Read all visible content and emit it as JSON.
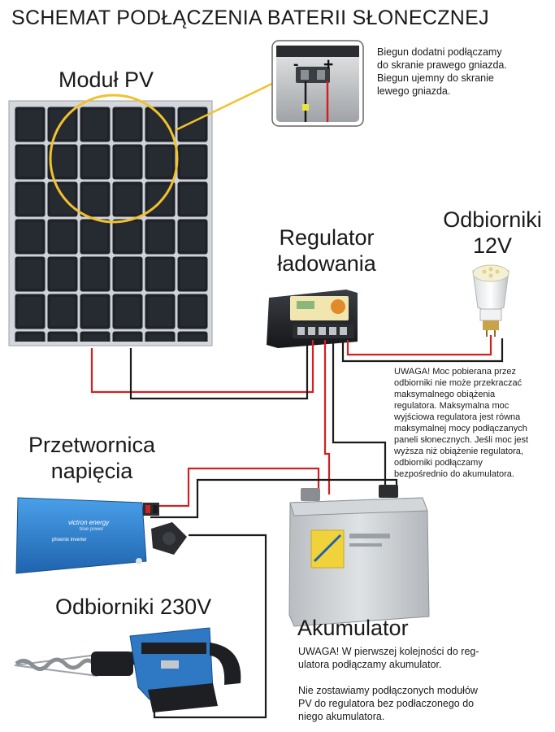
{
  "title": "SCHEMAT PODŁĄCZENIA BATERII SŁONECZNEJ",
  "pv_module": {
    "label": "Moduł PV"
  },
  "polarity": {
    "minus_sign": "-",
    "plus_sign": "+",
    "note_lines": [
      "Biegun dodatni podłączamy",
      "do skranie prawego gniazda.",
      "Biegun ujemny do skranie",
      "lewego gniazda."
    ]
  },
  "loads_12v": {
    "label_lines": [
      "Odbiorniki",
      "12V"
    ]
  },
  "regulator": {
    "label_lines": [
      "Regulator",
      "ładowania"
    ]
  },
  "warning_regulator": {
    "lines": [
      "UWAGA! Moc pobierana przez",
      "odbiorniki nie może przekraczać",
      "maksymalnego obiążenia",
      "regulatora. Maksymalna moc",
      "wyjściowa regulatora jest równa",
      "maksymalnej mocy podłączanych",
      "paneli słonecznych. Jeśli moc jest",
      "wyższa niż obiążenie regulatora,",
      "odbiorniki podłączamy",
      "bezpośrednio do akumulatora."
    ]
  },
  "inverter": {
    "label_lines": [
      "Przetwornica",
      "napięcia"
    ],
    "brand_text": "victron energy",
    "tagline": "blue power",
    "model_text": "phoenix inverter"
  },
  "loads_230v": {
    "label": "Odbiorniki 230V"
  },
  "battery": {
    "label": "Akumulator"
  },
  "warning_battery": {
    "para1_lines": [
      "UWAGA! W pierwszej kolejności do reg-",
      "ulatora podłączamy akumulator."
    ],
    "para2_lines": [
      "Nie zostawiamy podłączonych modułów",
      "PV do regulatora bez podłaczonego do",
      "niego akumulatora."
    ]
  },
  "colors": {
    "positive_wire": "#d42020",
    "negative_wire": "#1a1a1a",
    "highlight_circle": "#f2c12e",
    "panel_cell": "#1f2228",
    "panel_frame": "#c9ccd1",
    "inverter_blue": "#2a7fd1",
    "battery_body": "#c9cccf"
  }
}
